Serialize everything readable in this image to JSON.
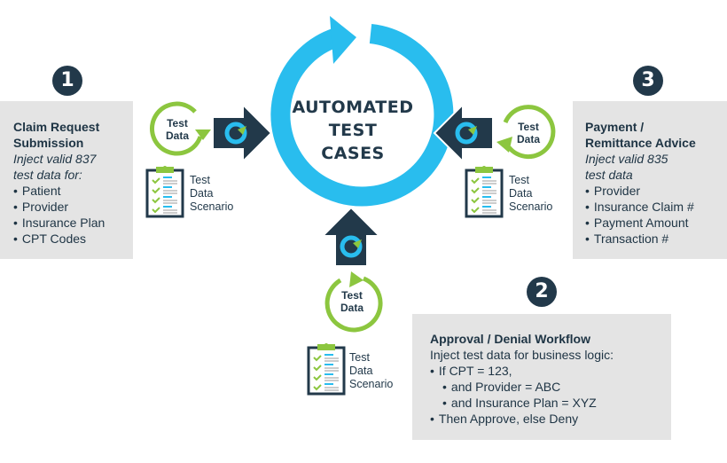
{
  "colors": {
    "cycle_blue": "#29bdee",
    "navy": "#22394a",
    "lime": "#8cc63f",
    "panel_gray": "#e4e4e4"
  },
  "center": {
    "title_lines": [
      "AUTOMATED",
      "TEST",
      "CASES"
    ]
  },
  "steps": [
    {
      "number": "1",
      "title_lines": [
        "Claim Request",
        "Submission"
      ],
      "subtitle_lines": [
        "Inject valid 837",
        "test data for:"
      ],
      "bullets": [
        "Patient",
        "Provider",
        "Insurance Plan",
        "CPT Codes"
      ]
    },
    {
      "number": "2",
      "title": "Approval / Denial Workflow",
      "subtitle": "Inject test data for business logic:",
      "bullets": [
        {
          "text": "If CPT = 123,",
          "indent": false
        },
        {
          "text": "and Provider = ABC",
          "indent": true
        },
        {
          "text": "and Insurance Plan = XYZ",
          "indent": true
        },
        {
          "text": "Then Approve, else Deny",
          "indent": false
        }
      ]
    },
    {
      "number": "3",
      "title_lines": [
        "Payment /",
        "Remittance Advice"
      ],
      "subtitle_lines": [
        "Inject valid 835",
        "test data"
      ],
      "bullets": [
        "Provider",
        "Insurance Claim #",
        "Payment Amount",
        "Transaction #"
      ]
    }
  ],
  "test_data": {
    "label_lines": [
      "Test",
      "Data"
    ]
  },
  "scenario": {
    "label_lines": [
      "Test",
      "Data",
      "Scenario"
    ]
  },
  "icons": {
    "cycle": "circular-arrow-icon",
    "inject_arrow": "navy-arrow-with-logo-icon",
    "test_data_cycle": "green-refresh-circle-icon",
    "clipboard": "checklist-clipboard-icon"
  }
}
